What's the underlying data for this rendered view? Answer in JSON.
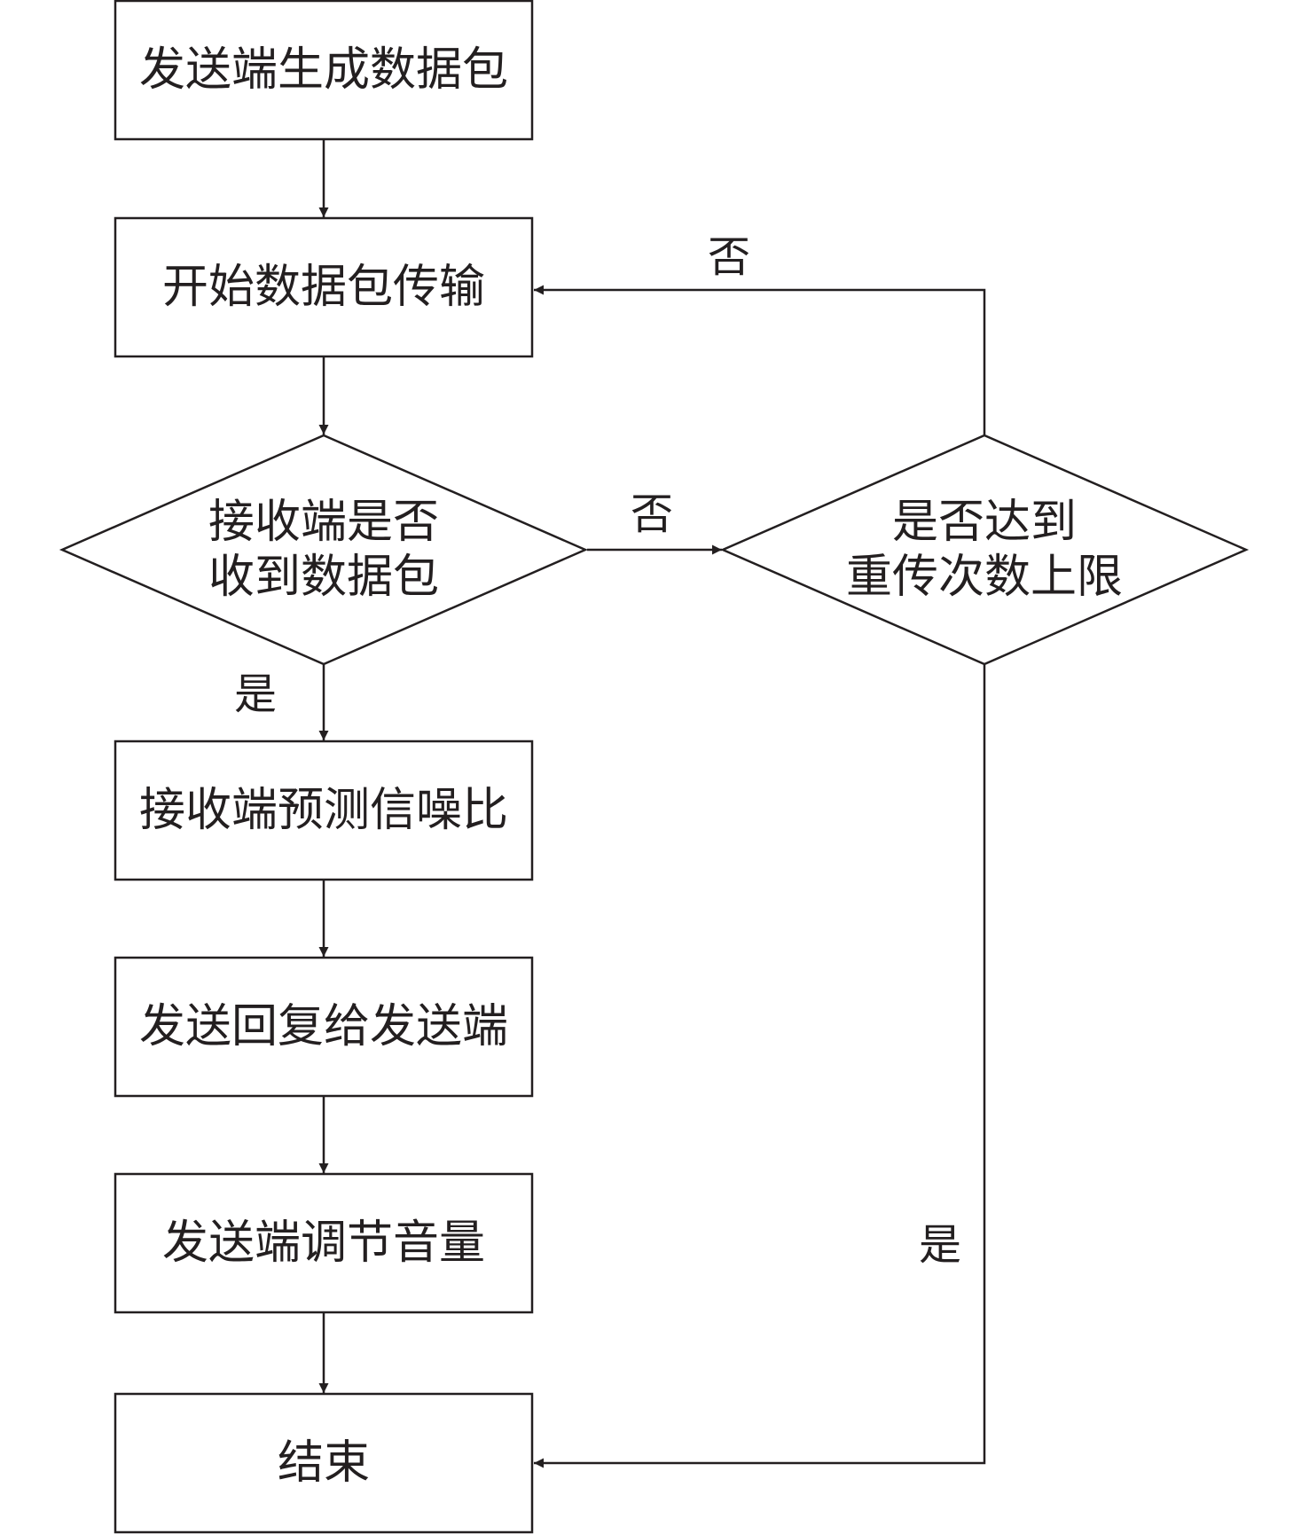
{
  "diagram": {
    "type": "flowchart",
    "nodes": [
      {
        "id": "generate",
        "shape": "rect",
        "lines": [
          "发送端生成数据包"
        ]
      },
      {
        "id": "transmit",
        "shape": "rect",
        "lines": [
          "开始数据包传输"
        ]
      },
      {
        "id": "received",
        "shape": "diamond",
        "lines": [
          "接收端是否",
          "收到数据包"
        ]
      },
      {
        "id": "retry_limit",
        "shape": "diamond",
        "lines": [
          "是否达到",
          "重传次数上限"
        ]
      },
      {
        "id": "predict",
        "shape": "rect",
        "lines": [
          "接收端预测信噪比"
        ]
      },
      {
        "id": "reply",
        "shape": "rect",
        "lines": [
          "发送回复给发送端"
        ]
      },
      {
        "id": "adjust",
        "shape": "rect",
        "lines": [
          "发送端调节音量"
        ]
      },
      {
        "id": "end",
        "shape": "rect",
        "lines": [
          "结束"
        ]
      }
    ],
    "edges": [
      {
        "from": "generate",
        "to": "transmit",
        "label": ""
      },
      {
        "from": "transmit",
        "to": "received",
        "label": ""
      },
      {
        "from": "received",
        "to": "predict",
        "label": "是"
      },
      {
        "from": "received",
        "to": "retry_limit",
        "label": "否"
      },
      {
        "from": "retry_limit",
        "to": "transmit",
        "label": "否"
      },
      {
        "from": "retry_limit",
        "to": "end",
        "label": "是"
      },
      {
        "from": "predict",
        "to": "reply",
        "label": ""
      },
      {
        "from": "reply",
        "to": "adjust",
        "label": ""
      },
      {
        "from": "adjust",
        "to": "end",
        "label": ""
      }
    ],
    "colors": {
      "stroke": "#231f20",
      "fill": "#ffffff",
      "text": "#231f20"
    }
  }
}
